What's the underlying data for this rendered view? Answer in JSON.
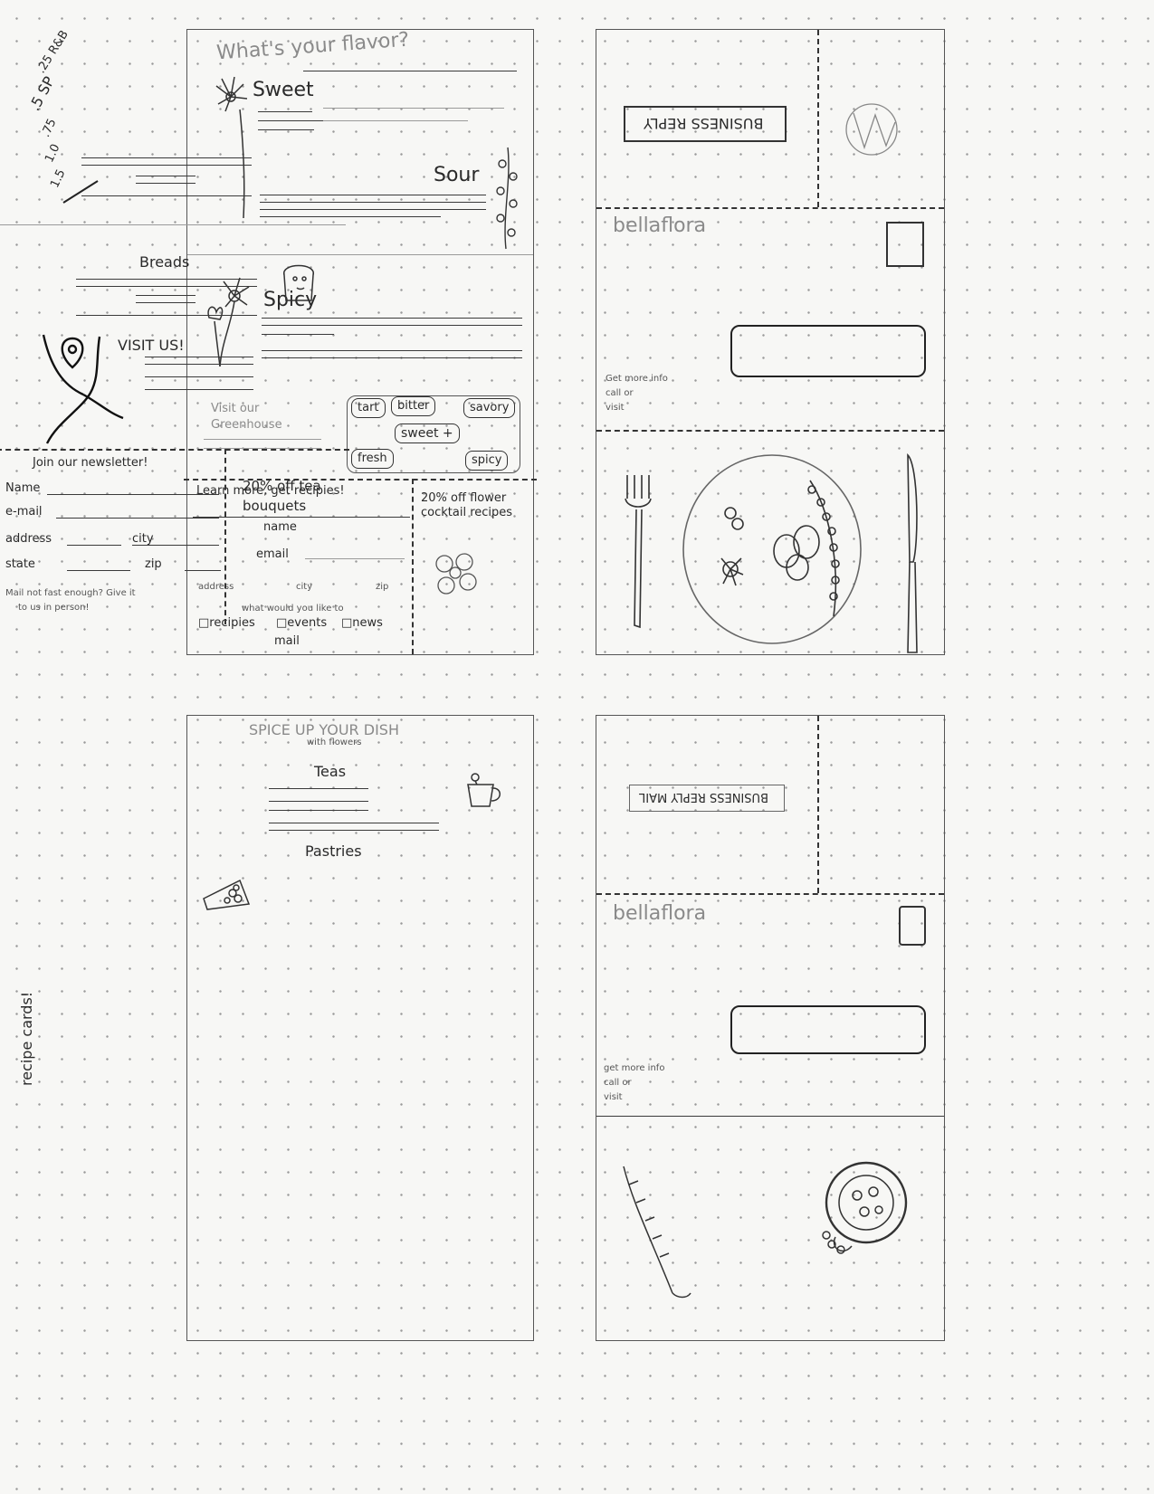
{
  "margin_notes": {
    "top_left": [
      ".25 R&B",
      ".5 SP",
      ".75",
      "1.0",
      "1.5"
    ],
    "side_left": "recipe cards!"
  },
  "sheet1_front": {
    "title": "What's your flavor?",
    "sections": {
      "sweet": "Sweet",
      "sour": "Sour",
      "spicy": "Spicy"
    },
    "visit": "Visit our Greenhouse",
    "flavor_chips": [
      "tart",
      "bitter",
      "savory",
      "sweet +",
      "fresh",
      "spicy"
    ],
    "form": {
      "title": "Learn more, get recipies!",
      "name": "name",
      "email": "email",
      "address": "address",
      "city": "city",
      "zip": "zip",
      "interest": "what would you like to",
      "options": [
        "recipies",
        "events",
        "news"
      ],
      "mail": "mail"
    },
    "coupon": "20% off flower cocktail recipes"
  },
  "sheet1_back": {
    "business_reply": "BUSINESS REPLY",
    "brand": "bellaflora",
    "info": [
      "Get more info",
      "call or",
      "visit"
    ]
  },
  "sheet2_front": {
    "title": "SPICE UP YOUR DISH",
    "subtitle": "with flowers",
    "sections": {
      "teas": "Teas",
      "pastries": "Pastries",
      "breads": "Breads"
    },
    "visit": "VISIT US!",
    "form": {
      "title": "Join our newsletter!",
      "name": "Name",
      "email": "e-mail",
      "address": "address",
      "city": "city",
      "state": "state",
      "zip": "zip",
      "note": "Mail not fast enough? Give it",
      "note2": "to us in person!"
    },
    "coupon": "20% off tea bouquets"
  },
  "sheet2_back": {
    "business_reply": "BUSINESS REPLY MAIL",
    "brand": "bellaflora",
    "info": [
      "get more info",
      "call or",
      "visit"
    ]
  },
  "colors": {
    "pencil": "#2a2a2a",
    "paper": "#f7f7f5",
    "dots": "#9a9a9a"
  }
}
